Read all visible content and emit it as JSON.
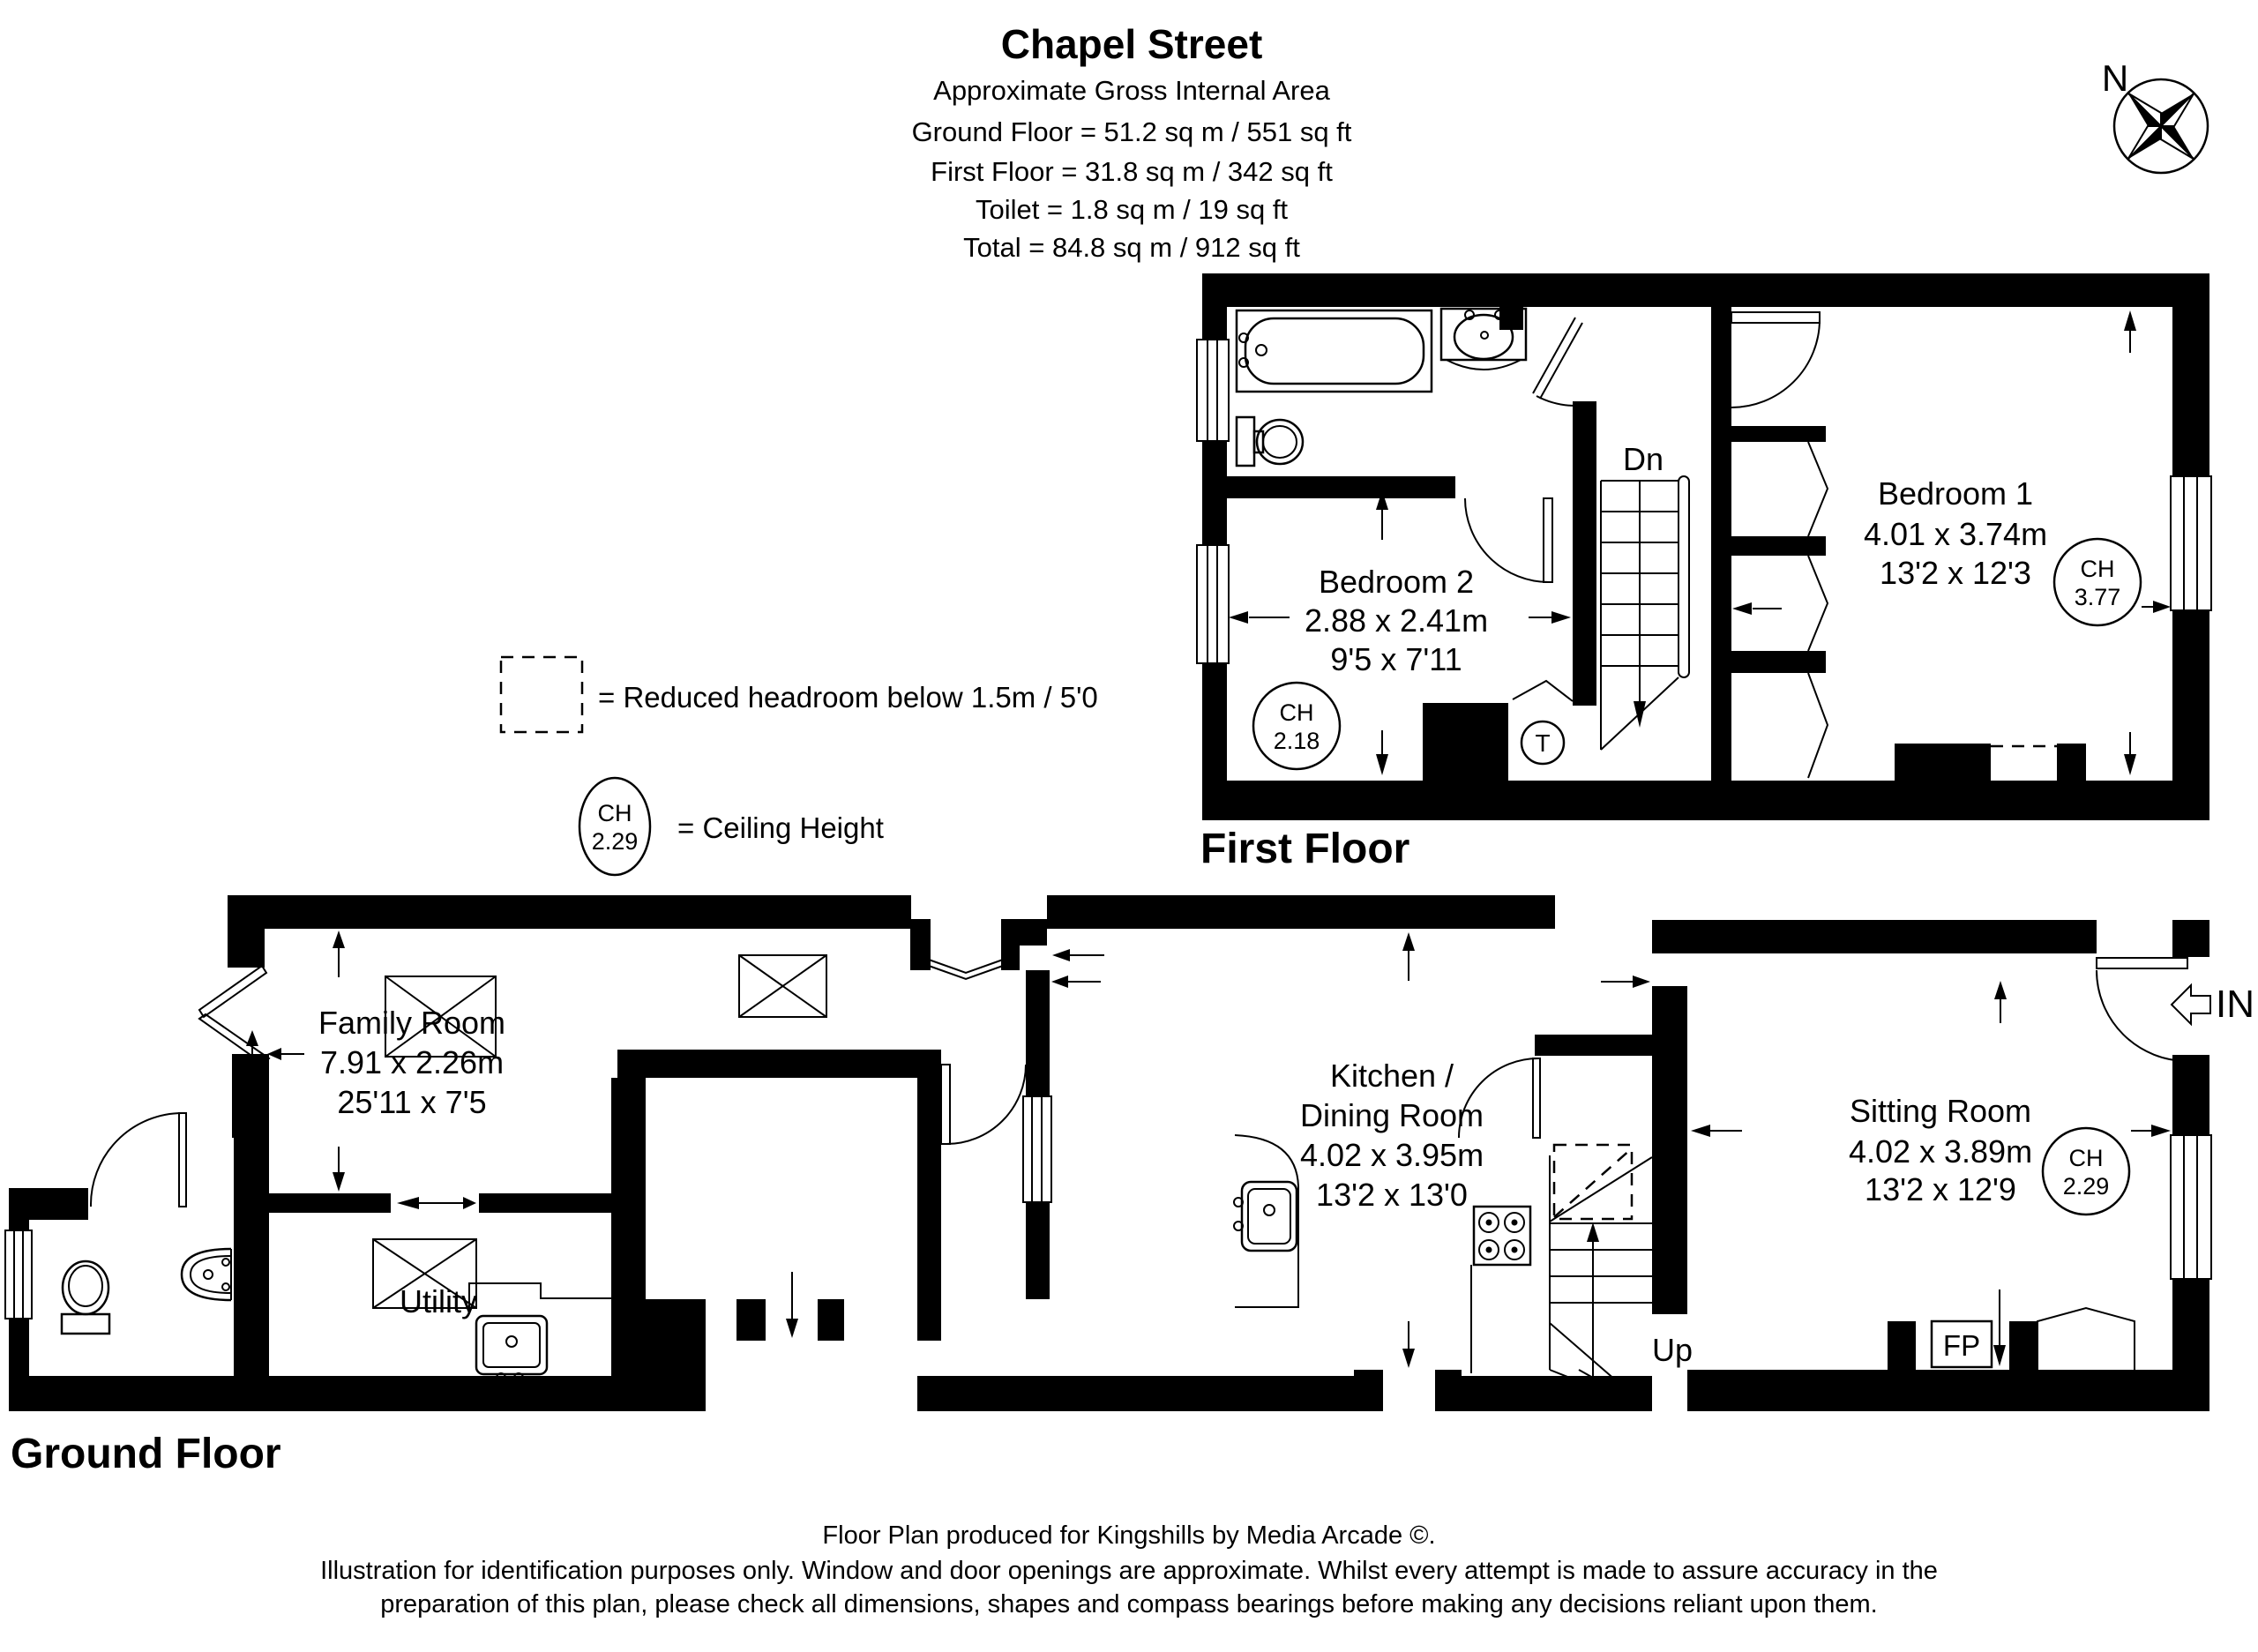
{
  "header": {
    "title": "Chapel Street",
    "subtitle": "Approximate Gross Internal Area",
    "area_lines": [
      "Ground Floor = 51.2 sq m / 551 sq ft",
      "First Floor = 31.8 sq m / 342 sq ft",
      "Toilet = 1.8 sq m / 19 sq ft",
      "Total = 84.8 sq m / 912 sq ft"
    ]
  },
  "compass": {
    "north": "N"
  },
  "labels": {
    "ch_abbr": "CH"
  },
  "legend": {
    "reduced_headroom": "= Reduced headroom below 1.5m / 5'0",
    "ceiling_height": "= Ceiling Height",
    "ch_example": "2.29"
  },
  "first_floor": {
    "label": "First Floor",
    "stairs_down": "Dn",
    "tank": "T",
    "bedroom1": {
      "name": "Bedroom 1",
      "metric": "4.01 x 3.74m",
      "imperial": "13'2 x 12'3",
      "ch": "3.77"
    },
    "bedroom2": {
      "name": "Bedroom 2",
      "metric": "2.88 x 2.41m",
      "imperial": "9'5 x 7'11",
      "ch": "2.18"
    }
  },
  "ground_floor": {
    "label": "Ground Floor",
    "stairs_up": "Up",
    "entrance": "IN",
    "fireplace": "FP",
    "family_room": {
      "name": "Family Room",
      "metric": "7.91 x 2.26m",
      "imperial": "25'11 x 7'5"
    },
    "kitchen": {
      "name_line1": "Kitchen /",
      "name_line2": "Dining Room",
      "metric": "4.02 x 3.95m",
      "imperial": "13'2 x 13'0"
    },
    "sitting_room": {
      "name": "Sitting Room",
      "metric": "4.02 x 3.89m",
      "imperial": "13'2 x 12'9",
      "ch": "2.29"
    },
    "utility": {
      "name": "Utility"
    }
  },
  "footer": {
    "line1": "Floor Plan produced for Kingshills by Media Arcade ©.",
    "line2": "Illustration for identification purposes only. Window and door openings are approximate. Whilst every attempt is made to assure accuracy in the",
    "line3": "preparation of this plan, please check all dimensions, shapes and compass bearings before making any decisions reliant upon them."
  }
}
